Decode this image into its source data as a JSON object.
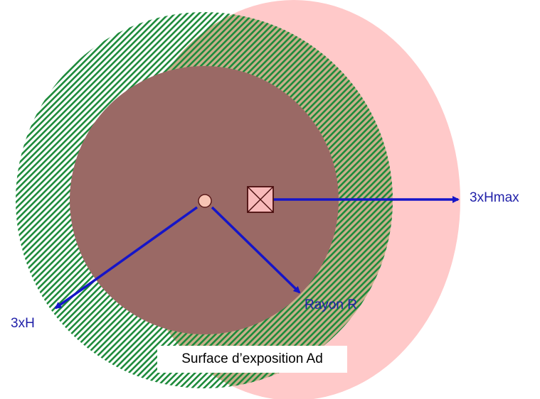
{
  "labels": {
    "hmax": "3xHmax",
    "rayon": "Rayon R",
    "three_h": "3xH",
    "surface": "Surface d’exposition Ad"
  },
  "colors": {
    "outer_circle_fill": "#FFC9C9",
    "hatch_green": "#1C8A3A",
    "hatch_tan_background": "#C8AF8B",
    "inner_circle_fill": "#9A6965",
    "arrow": "#1515C8",
    "label_text": "#1F1FA8",
    "center_marker_fill": "#F7C4B4",
    "center_marker_stroke": "#5A1A1A",
    "box_marker_fill": "#F8BABA",
    "box_marker_stroke": "#4A0E0E"
  },
  "icons": {
    "center_point": "circle-marker",
    "source_box": "crossed-box-marker"
  }
}
